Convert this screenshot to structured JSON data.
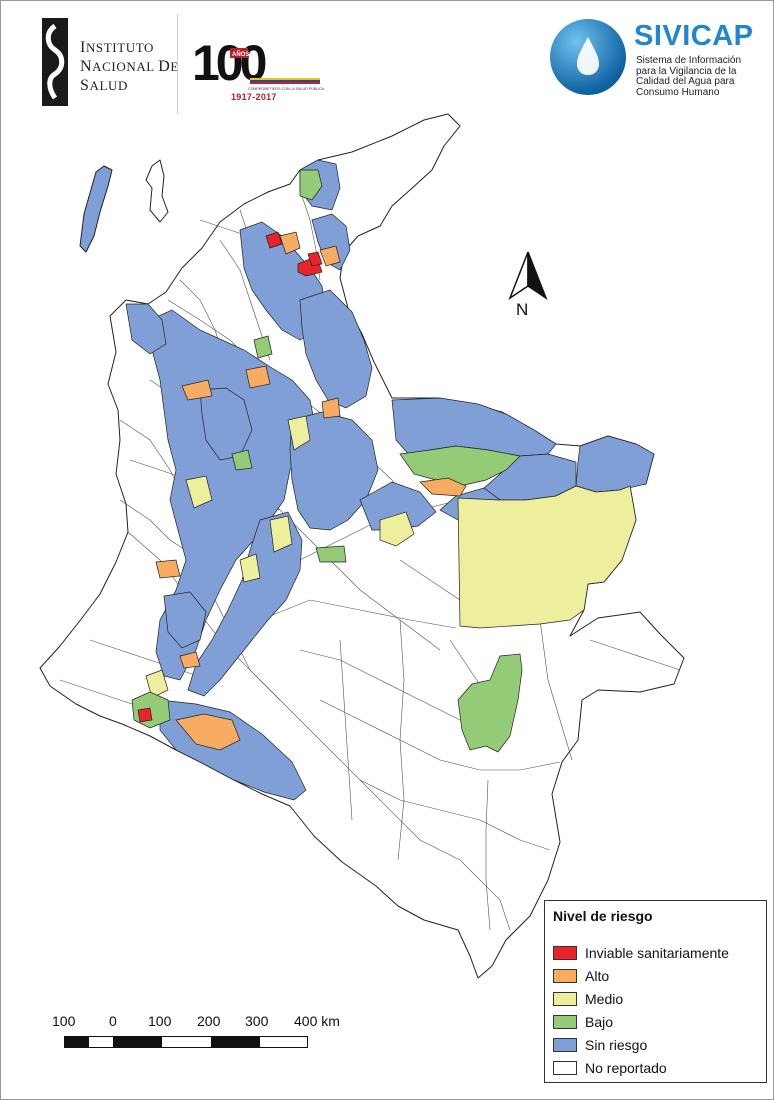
{
  "header": {
    "institute_lines": [
      "Instituto",
      "Nacional de",
      "Salud"
    ],
    "centenary": {
      "number": "100",
      "anos": "AÑOS",
      "tagline": "COMPROMETIDOS CON LA SALUD PÚBLICA",
      "years": "1917-2017"
    },
    "sivicap": {
      "title": "SIVICAP",
      "subtitle_lines": [
        "Sistema de Información",
        "para la Vigilancia de la",
        "Calidad del Agua para",
        "Consumo Humano"
      ]
    }
  },
  "map": {
    "north_label": "N",
    "scale_labels": [
      "100",
      "0",
      "100",
      "200",
      "300",
      "400 km"
    ]
  },
  "legend": {
    "title": "Nivel de riesgo",
    "items": [
      {
        "label": "Inviable sanitariamente",
        "color": "#e8242a"
      },
      {
        "label": "Alto",
        "color": "#f7ac61"
      },
      {
        "label": "Medio",
        "color": "#eeef9c"
      },
      {
        "label": "Bajo",
        "color": "#93cb76"
      },
      {
        "label": "Sin riesgo",
        "color": "#7f9fd6"
      },
      {
        "label": "No reportado",
        "color": "#ffffff"
      }
    ]
  }
}
